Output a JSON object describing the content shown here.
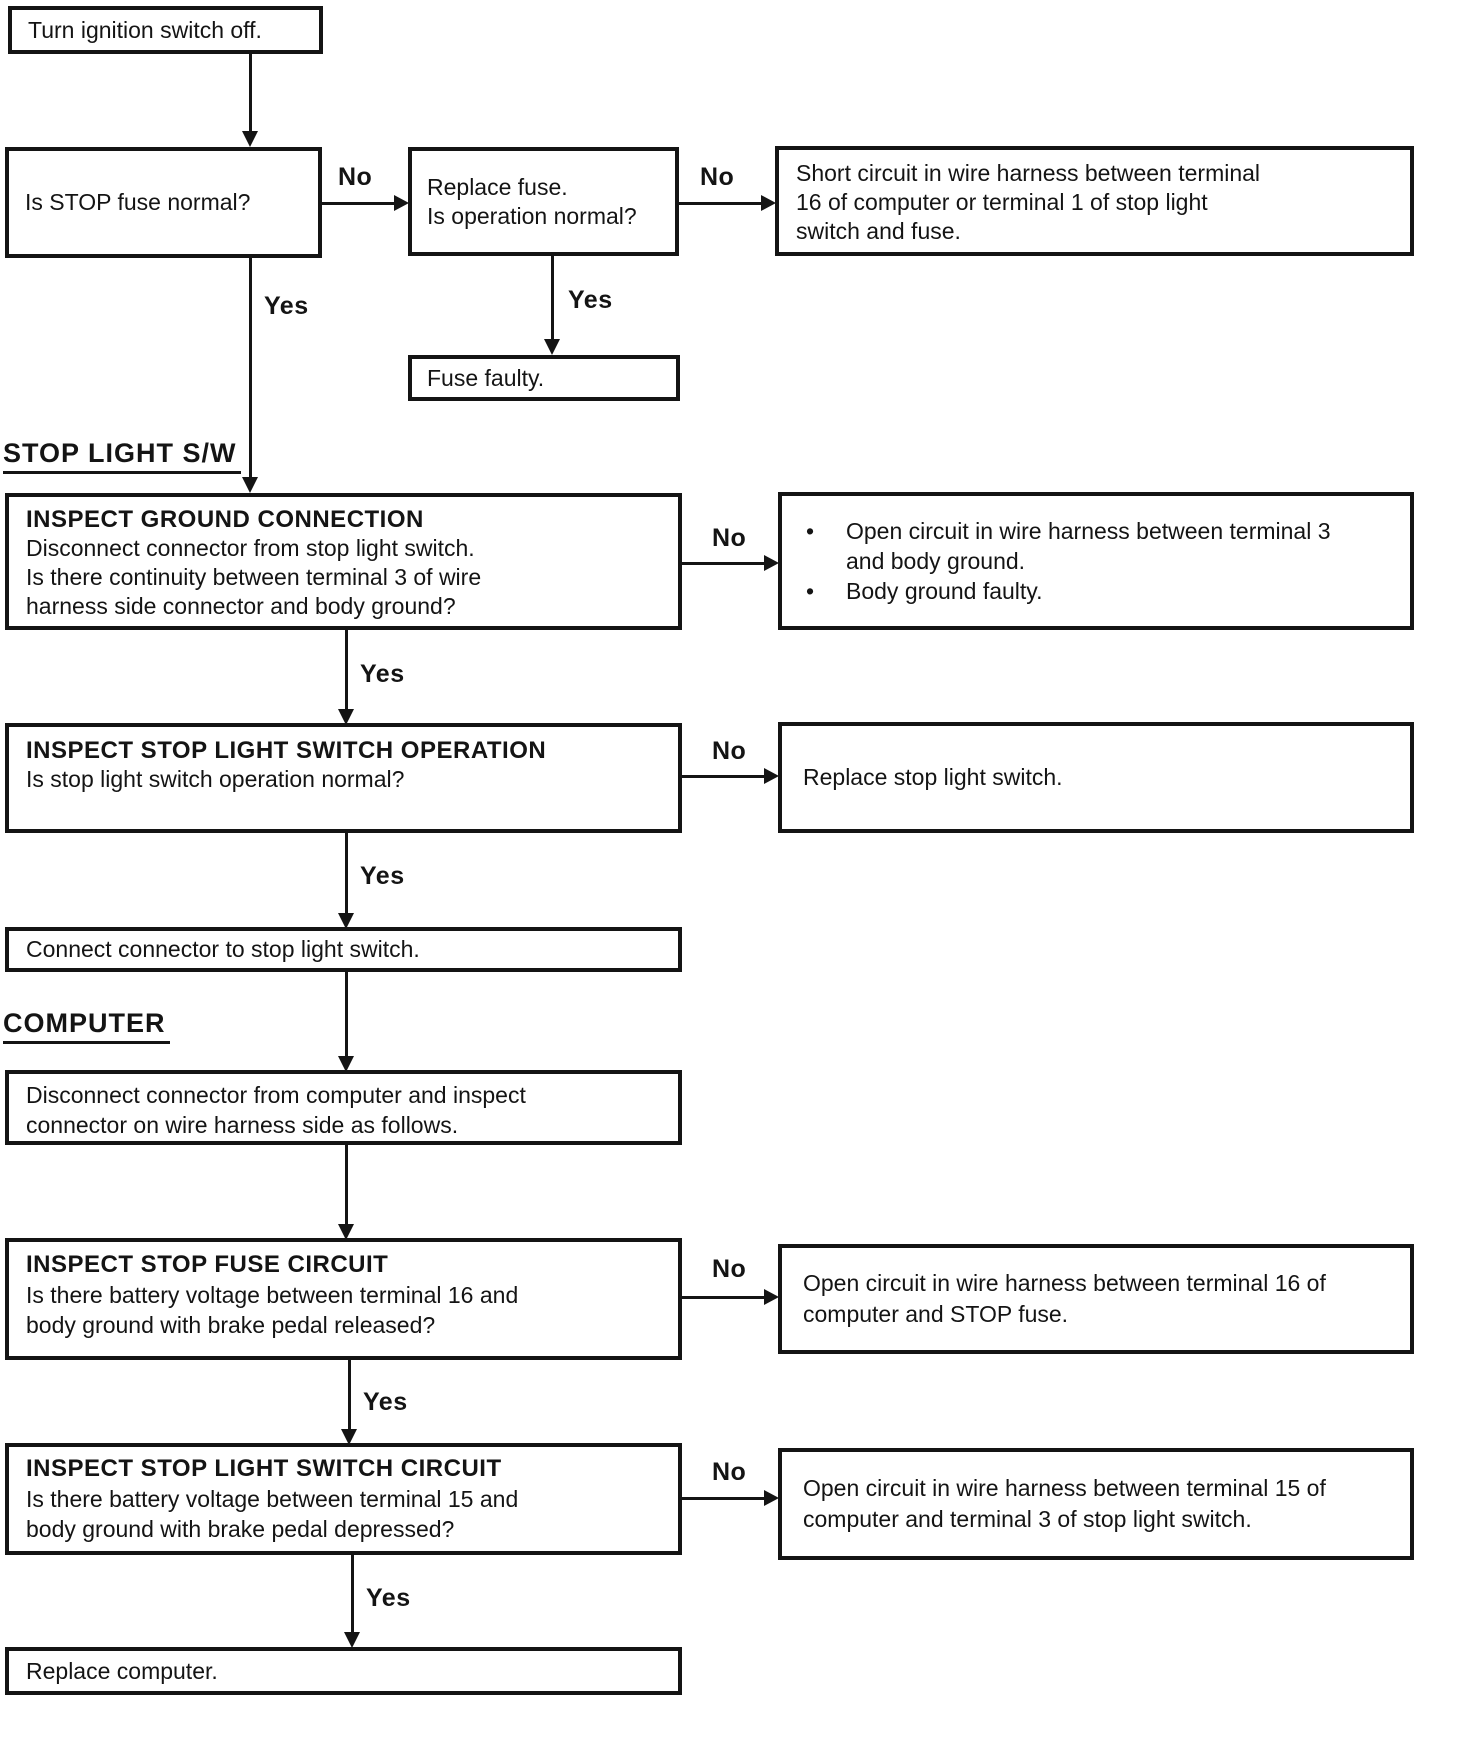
{
  "page": {
    "background": "#ffffff",
    "ink": "#141414"
  },
  "labels": {
    "yes": "Yes",
    "no": "No"
  },
  "icons": {
    "bullet": "•"
  },
  "headings": {
    "stop_light_sw": "STOP LIGHT S/W",
    "computer": "COMPUTER"
  },
  "nodes": {
    "turn_ignition": {
      "lines": [
        "Turn ignition switch off."
      ]
    },
    "stop_fuse_normal": {
      "lines": [
        "Is STOP fuse normal?"
      ]
    },
    "replace_fuse": {
      "lines": [
        "Replace fuse.",
        "Is operation normal?"
      ]
    },
    "short_circuit": {
      "lines": [
        "Short circuit in wire harness between terminal",
        "16 of computer or terminal 1 of stop light",
        "switch and fuse."
      ]
    },
    "fuse_faulty": {
      "lines": [
        "Fuse faulty."
      ]
    },
    "inspect_ground": {
      "title": "INSPECT GROUND CONNECTION",
      "lines": [
        "Disconnect connector from stop light switch.",
        "Is there continuity between terminal 3 of wire",
        "harness side connector and body ground?"
      ]
    },
    "ground_fault": {
      "bullets": [
        [
          "Open circuit in wire harness between terminal 3",
          "and body ground."
        ],
        [
          "Body ground faulty."
        ]
      ]
    },
    "inspect_switch_operation": {
      "title": "INSPECT STOP LIGHT SWITCH OPERATION",
      "lines": [
        "Is stop light switch operation normal?"
      ]
    },
    "replace_stop_light_switch": {
      "lines": [
        "Replace stop light switch."
      ]
    },
    "connect_connector": {
      "lines": [
        "Connect connector to stop light switch."
      ]
    },
    "disconnect_computer": {
      "lines": [
        "Disconnect connector from computer and inspect",
        "connector on wire harness side as follows."
      ]
    },
    "inspect_stop_fuse_circuit": {
      "title": "INSPECT STOP FUSE CIRCUIT",
      "lines": [
        "Is there battery voltage between terminal 16 and",
        "body ground with brake pedal released?"
      ]
    },
    "open_circuit_16": {
      "lines": [
        "Open circuit in wire harness between terminal 16 of",
        "computer and STOP fuse."
      ]
    },
    "inspect_switch_circuit": {
      "title": "INSPECT STOP LIGHT SWITCH CIRCUIT",
      "lines": [
        "Is there battery voltage between terminal 15 and",
        "body ground with brake pedal depressed?"
      ]
    },
    "open_circuit_15": {
      "lines": [
        "Open circuit in wire harness between terminal 15 of",
        "computer and terminal 3 of stop light switch."
      ]
    },
    "replace_computer": {
      "lines": [
        "Replace computer."
      ]
    }
  }
}
